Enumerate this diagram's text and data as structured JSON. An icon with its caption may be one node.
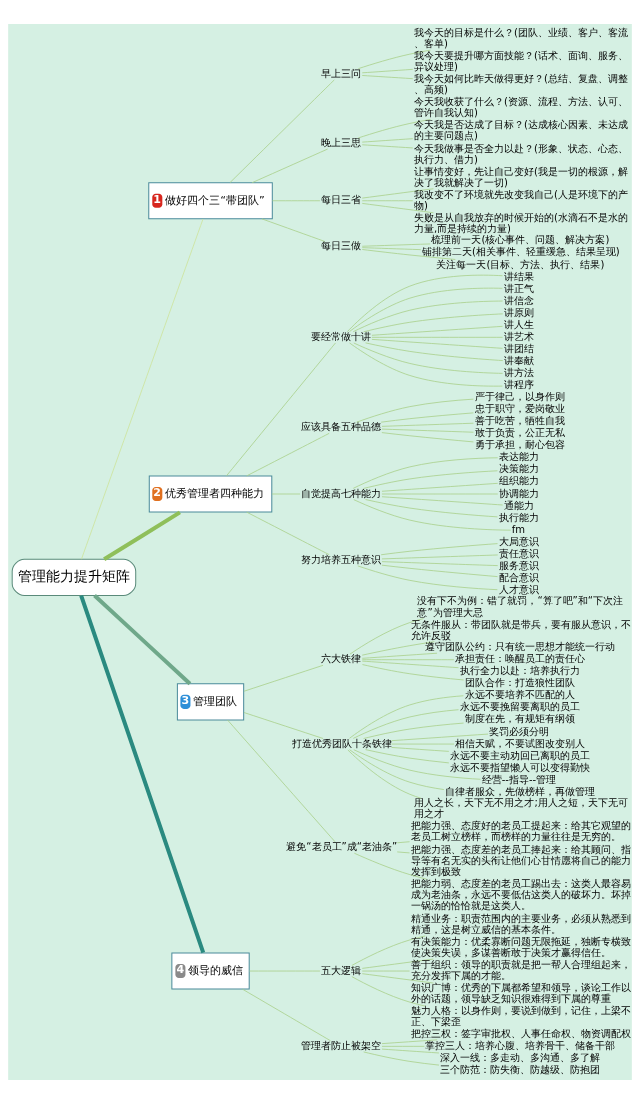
{
  "diagram": {
    "nodes": [
      {
        "text": [
          "管理能力提升矩阵"
        ]
      },
      {
        "text": [
          "1",
          "做好四个三“带团队”"
        ]
      },
      {
        "text": [
          "早上三问"
        ]
      },
      {
        "text": [
          "我今天的目标是什么？(团队、业绩、客户、客流、客单)"
        ]
      },
      {
        "text": [
          "我今天要提升哪方面技能？(话术、面询、服务、异议处理)"
        ]
      },
      {
        "text": [
          "我今天如何比昨天做得更好？(总结、复盘、调整、高频)"
        ]
      },
      {
        "text": [
          "晚上三思"
        ]
      },
      {
        "text": [
          "今天我收获了什么？(资源、流程、方法、认可、管许自我认知)"
        ]
      },
      {
        "text": [
          "今天我是否达成了目标？(达成核心因素、未达成的主要问题点)"
        ]
      },
      {
        "text": [
          "今天我做事是否全力以赴？(形象、状态、心态、执行力、借力)"
        ]
      },
      {
        "text": [
          "每日三省"
        ]
      },
      {
        "text": [
          "让事情变好，先让自己变好(我是一切的根源，解决了我就解决了一切)"
        ]
      },
      {
        "text": [
          "我改变不了环境就先改变我自己(人是环境下的产物)"
        ]
      },
      {
        "text": [
          "失败是从自我放弃的时候开始的(水滴石不是水的力量,而是持续的力量)"
        ]
      },
      {
        "text": [
          "每日三做"
        ]
      },
      {
        "text": [
          "梳理前一天(核心事件、问题、解决方案)"
        ]
      },
      {
        "text": [
          "铺排第二天(相关事件、轻重缓急、结果呈现)"
        ]
      },
      {
        "text": [
          "关注每一天(目标、方法、执行、结果)"
        ]
      },
      {
        "text": [
          "2",
          "优秀管理者四种能力"
        ]
      },
      {
        "text": [
          "要经常做十讲"
        ]
      },
      {
        "text": [
          "讲结果"
        ]
      },
      {
        "text": [
          "讲正气"
        ]
      },
      {
        "text": [
          "讲信念"
        ]
      },
      {
        "text": [
          "讲原则"
        ]
      },
      {
        "text": [
          "讲人生"
        ]
      },
      {
        "text": [
          "讲艺术"
        ]
      },
      {
        "text": [
          "讲团结"
        ]
      },
      {
        "text": [
          "讲奉献"
        ]
      },
      {
        "text": [
          "讲方法"
        ]
      },
      {
        "text": [
          "讲程序"
        ]
      },
      {
        "text": [
          "应该具备五种品德"
        ]
      },
      {
        "text": [
          "严于律己，以身作则"
        ]
      },
      {
        "text": [
          "忠于职守，爱岗敬业"
        ]
      },
      {
        "text": [
          "善于吃苦，牺牲自我"
        ]
      },
      {
        "text": [
          "敢于负责，公正无私"
        ]
      },
      {
        "text": [
          "勇于承担，耐心包容"
        ]
      },
      {
        "text": [
          "自觉提高七种能力"
        ]
      },
      {
        "text": [
          "表达能力"
        ]
      },
      {
        "text": [
          "决策能力"
        ]
      },
      {
        "text": [
          "组织能力"
        ]
      },
      {
        "text": [
          "协调能力"
        ]
      },
      {
        "text": [
          "通能力"
        ]
      },
      {
        "text": [
          "执行能力"
        ]
      },
      {
        "text": [
          "fm"
        ]
      },
      {
        "text": [
          "努力培养五种意识"
        ]
      },
      {
        "text": [
          "大局意识"
        ]
      },
      {
        "text": [
          "责任意识"
        ]
      },
      {
        "text": [
          "服务意识"
        ]
      },
      {
        "text": [
          "配合意识"
        ]
      },
      {
        "text": [
          "人才意识"
        ]
      },
      {
        "text": [
          "3",
          "管理团队"
        ]
      },
      {
        "text": [
          "六大铁律"
        ]
      },
      {
        "text": [
          "没有下不为例：错了就罚，“算了吧”和“下次注意”为管理大忌"
        ]
      },
      {
        "text": [
          "无条件服从：带团队就是带兵，要有服从意识，不允许反驳"
        ]
      },
      {
        "text": [
          "遵守团队公约：只有统一思想才能统一行动"
        ]
      },
      {
        "text": [
          "承担责任：唤醒员工的责任心"
        ]
      },
      {
        "text": [
          "执行全力以赴：培养执行力"
        ]
      },
      {
        "text": [
          "团队合作：打造狼性团队"
        ]
      },
      {
        "text": [
          "打造优秀团队十条铁律"
        ]
      },
      {
        "text": [
          "永远不要培养不匹配的人"
        ]
      },
      {
        "text": [
          "永远不要挽留要离职的员工"
        ]
      },
      {
        "text": [
          "制度在先，有规矩有纲领"
        ]
      },
      {
        "text": [
          "奖罚必须分明"
        ]
      },
      {
        "text": [
          "相信天赋，不要试图改变别人"
        ]
      },
      {
        "text": [
          "永远不要主动劝回已离职的员工"
        ]
      },
      {
        "text": [
          "永远不要指望懒人可以变得勤快"
        ]
      },
      {
        "text": [
          "经营--指导--管理"
        ]
      },
      {
        "text": [
          "自律者服众，先做榜样，再做管理"
        ]
      },
      {
        "text": [
          "用人之长，天下无不用之才;用人之短，天下无可用之才"
        ]
      },
      {
        "text": [
          "避免“老员工”成“老油条”"
        ]
      },
      {
        "text": [
          "把能力强、态度好的老员工提起来：给其它观望的老员工树立榜样，而榜样的力量往往是无穷的。"
        ]
      },
      {
        "text": [
          "把能力强、态度差的老员工捧起来：给其顾问、指导等有名无实的头衔让他们心甘情愿将自己的能力发挥到极致"
        ]
      },
      {
        "text": [
          "把能力弱、态度差的老员工踢出去：这类人最容易成为老油条，永远不要低估这类人的破坏力。坏掉一锅汤的恰恰就是这类人。"
        ]
      },
      {
        "text": [
          "4",
          "领导的威信"
        ]
      },
      {
        "text": [
          "五大逻辑"
        ]
      },
      {
        "text": [
          "精通业务：职责范围内的主要业务，必须从熟悉到精通，这是树立威信的基本条件。"
        ]
      },
      {
        "text": [
          "有决策能力：优柔寡断问题无限拖延，独断专横致使决策失误，多谋善断敢于决策才赢得信任。"
        ]
      },
      {
        "text": [
          "善于组织：领导的职责就是把一帮人合理组起来，充分发挥下属的才能。"
        ]
      },
      {
        "text": [
          "知识广博：优秀的下属都希望和领导，谈论工作以外的话题，领导缺乏知识很难得到下属的尊重"
        ]
      },
      {
        "text": [
          "魅力人格：以身作则，要说到做到，记住，上梁不正、下梁歪"
        ]
      },
      {
        "text": [
          "管理者防止被架空"
        ]
      },
      {
        "text": [
          "把控三权：签字审批权、人事任命权、物资调配权"
        ]
      },
      {
        "text": [
          "掌控三人：培养心腹、培养骨干、储备干部"
        ]
      },
      {
        "text": [
          "深入一线：多走动、多沟通、多了解"
        ]
      },
      {
        "text": [
          "三个防范：防失衡、防越级、防抱团"
        ]
      }
    ],
    "edges": [
      {
        "from": 0,
        "to": 1,
        "arrow": "none",
        "color": "#cde39a"
      },
      {
        "from": 1,
        "to": 2,
        "arrow": "none"
      },
      {
        "from": 2,
        "to": 3,
        "arrow": "none"
      },
      {
        "from": 2,
        "to": 4,
        "arrow": "none"
      },
      {
        "from": 2,
        "to": 5,
        "arrow": "none"
      },
      {
        "from": 1,
        "to": 6,
        "arrow": "none"
      },
      {
        "from": 6,
        "to": 7,
        "arrow": "none"
      },
      {
        "from": 6,
        "to": 8,
        "arrow": "none"
      },
      {
        "from": 6,
        "to": 9,
        "arrow": "none"
      },
      {
        "from": 1,
        "to": 10,
        "arrow": "none"
      },
      {
        "from": 10,
        "to": 11,
        "arrow": "none"
      },
      {
        "from": 10,
        "to": 12,
        "arrow": "none"
      },
      {
        "from": 10,
        "to": 13,
        "arrow": "none"
      },
      {
        "from": 1,
        "to": 14,
        "arrow": "none"
      },
      {
        "from": 14,
        "to": 15,
        "arrow": "none"
      },
      {
        "from": 14,
        "to": 16,
        "arrow": "none"
      },
      {
        "from": 14,
        "to": 17,
        "arrow": "none"
      },
      {
        "from": 0,
        "to": 18,
        "arrow": "none",
        "color": "#8fbf5a",
        "style": "thick"
      },
      {
        "from": 18,
        "to": 19,
        "arrow": "none"
      },
      {
        "from": 19,
        "to": 20,
        "arrow": "none"
      },
      {
        "from": 19,
        "to": 21,
        "arrow": "none"
      },
      {
        "from": 19,
        "to": 22,
        "arrow": "none"
      },
      {
        "from": 19,
        "to": 23,
        "arrow": "none"
      },
      {
        "from": 19,
        "to": 24,
        "arrow": "none"
      },
      {
        "from": 19,
        "to": 25,
        "arrow": "none"
      },
      {
        "from": 19,
        "to": 26,
        "arrow": "none"
      },
      {
        "from": 19,
        "to": 27,
        "arrow": "none"
      },
      {
        "from": 19,
        "to": 28,
        "arrow": "none"
      },
      {
        "from": 19,
        "to": 29,
        "arrow": "none"
      },
      {
        "from": 18,
        "to": 30,
        "arrow": "none"
      },
      {
        "from": 30,
        "to": 31,
        "arrow": "none"
      },
      {
        "from": 30,
        "to": 32,
        "arrow": "none"
      },
      {
        "from": 30,
        "to": 33,
        "arrow": "none"
      },
      {
        "from": 30,
        "to": 34,
        "arrow": "none"
      },
      {
        "from": 30,
        "to": 35,
        "arrow": "none"
      },
      {
        "from": 18,
        "to": 36,
        "arrow": "none"
      },
      {
        "from": 36,
        "to": 37,
        "arrow": "none"
      },
      {
        "from": 36,
        "to": 38,
        "arrow": "none"
      },
      {
        "from": 36,
        "to": 39,
        "arrow": "none"
      },
      {
        "from": 36,
        "to": 40,
        "arrow": "none"
      },
      {
        "from": 36,
        "to": 41,
        "arrow": "none"
      },
      {
        "from": 36,
        "to": 42,
        "arrow": "none"
      },
      {
        "from": 36,
        "to": 43,
        "arrow": "none"
      },
      {
        "from": 18,
        "to": 44,
        "arrow": "none"
      },
      {
        "from": 44,
        "to": 45,
        "arrow": "none"
      },
      {
        "from": 44,
        "to": 46,
        "arrow": "none"
      },
      {
        "from": 44,
        "to": 47,
        "arrow": "none"
      },
      {
        "from": 44,
        "to": 48,
        "arrow": "none"
      },
      {
        "from": 44,
        "to": 49,
        "arrow": "none"
      },
      {
        "from": 0,
        "to": 50,
        "arrow": "none",
        "color": "#6fa88a",
        "style": "thick"
      },
      {
        "from": 50,
        "to": 51,
        "arrow": "none"
      },
      {
        "from": 51,
        "to": 52,
        "arrow": "none"
      },
      {
        "from": 51,
        "to": 53,
        "arrow": "none"
      },
      {
        "from": 51,
        "to": 54,
        "arrow": "none"
      },
      {
        "from": 51,
        "to": 55,
        "arrow": "none"
      },
      {
        "from": 51,
        "to": 56,
        "arrow": "none"
      },
      {
        "from": 51,
        "to": 57,
        "arrow": "none"
      },
      {
        "from": 50,
        "to": 58,
        "arrow": "none"
      },
      {
        "from": 58,
        "to": 59,
        "arrow": "none"
      },
      {
        "from": 58,
        "to": 60,
        "arrow": "none"
      },
      {
        "from": 58,
        "to": 61,
        "arrow": "none"
      },
      {
        "from": 58,
        "to": 62,
        "arrow": "none"
      },
      {
        "from": 58,
        "to": 63,
        "arrow": "none"
      },
      {
        "from": 58,
        "to": 64,
        "arrow": "none"
      },
      {
        "from": 58,
        "to": 65,
        "arrow": "none"
      },
      {
        "from": 58,
        "to": 66,
        "arrow": "none"
      },
      {
        "from": 58,
        "to": 67,
        "arrow": "none"
      },
      {
        "from": 58,
        "to": 68,
        "arrow": "none"
      },
      {
        "from": 50,
        "to": 69,
        "arrow": "none"
      },
      {
        "from": 69,
        "to": 70,
        "arrow": "none"
      },
      {
        "from": 69,
        "to": 71,
        "arrow": "none"
      },
      {
        "from": 69,
        "to": 72,
        "arrow": "none"
      },
      {
        "from": 0,
        "to": 73,
        "arrow": "none",
        "color": "#2a8a80",
        "style": "thick"
      },
      {
        "from": 73,
        "to": 74,
        "arrow": "none"
      },
      {
        "from": 74,
        "to": 75,
        "arrow": "none"
      },
      {
        "from": 74,
        "to": 76,
        "arrow": "none"
      },
      {
        "from": 74,
        "to": 77,
        "arrow": "none"
      },
      {
        "from": 74,
        "to": 78,
        "arrow": "none"
      },
      {
        "from": 74,
        "to": 79,
        "arrow": "none"
      },
      {
        "from": 73,
        "to": 80,
        "arrow": "none"
      },
      {
        "from": 80,
        "to": 81,
        "arrow": "none"
      },
      {
        "from": 80,
        "to": 82,
        "arrow": "none"
      },
      {
        "from": 80,
        "to": 83,
        "arrow": "none"
      },
      {
        "from": 80,
        "to": 84,
        "arrow": "none"
      }
    ]
  }
}
